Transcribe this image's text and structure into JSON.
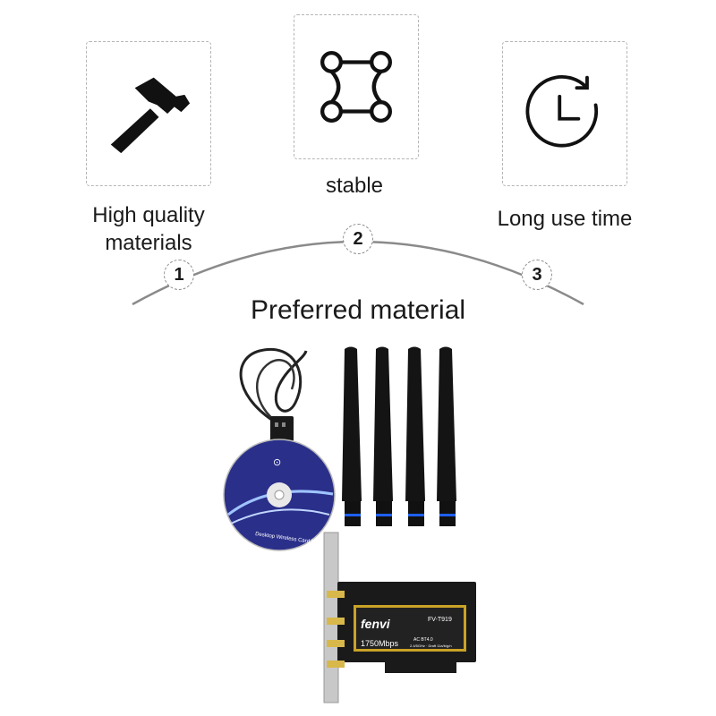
{
  "features": [
    {
      "icon": "hammer-icon",
      "label_lines": [
        "High quality",
        "materials"
      ],
      "step": "1"
    },
    {
      "icon": "network-nodes-icon",
      "label_lines": [
        "stable"
      ],
      "step": "2"
    },
    {
      "icon": "clock-refresh-icon",
      "label_lines": [
        "Long use time"
      ],
      "step": "3"
    }
  ],
  "heading": "Preferred material",
  "product": {
    "brand": "fenvi",
    "model": "FV-T919",
    "speed": "1750Mbps",
    "spec_line": "AC BT4.0",
    "band_line": "2.4/5GHz · Draft 11a/b/g/n",
    "disc_text": "Desktop Wireless Card Driver"
  },
  "colors": {
    "text": "#1a1a1a",
    "dashed": "#b5b5b5",
    "card_gold": "#c9a227",
    "disc_blue": "#2a2f8a"
  }
}
